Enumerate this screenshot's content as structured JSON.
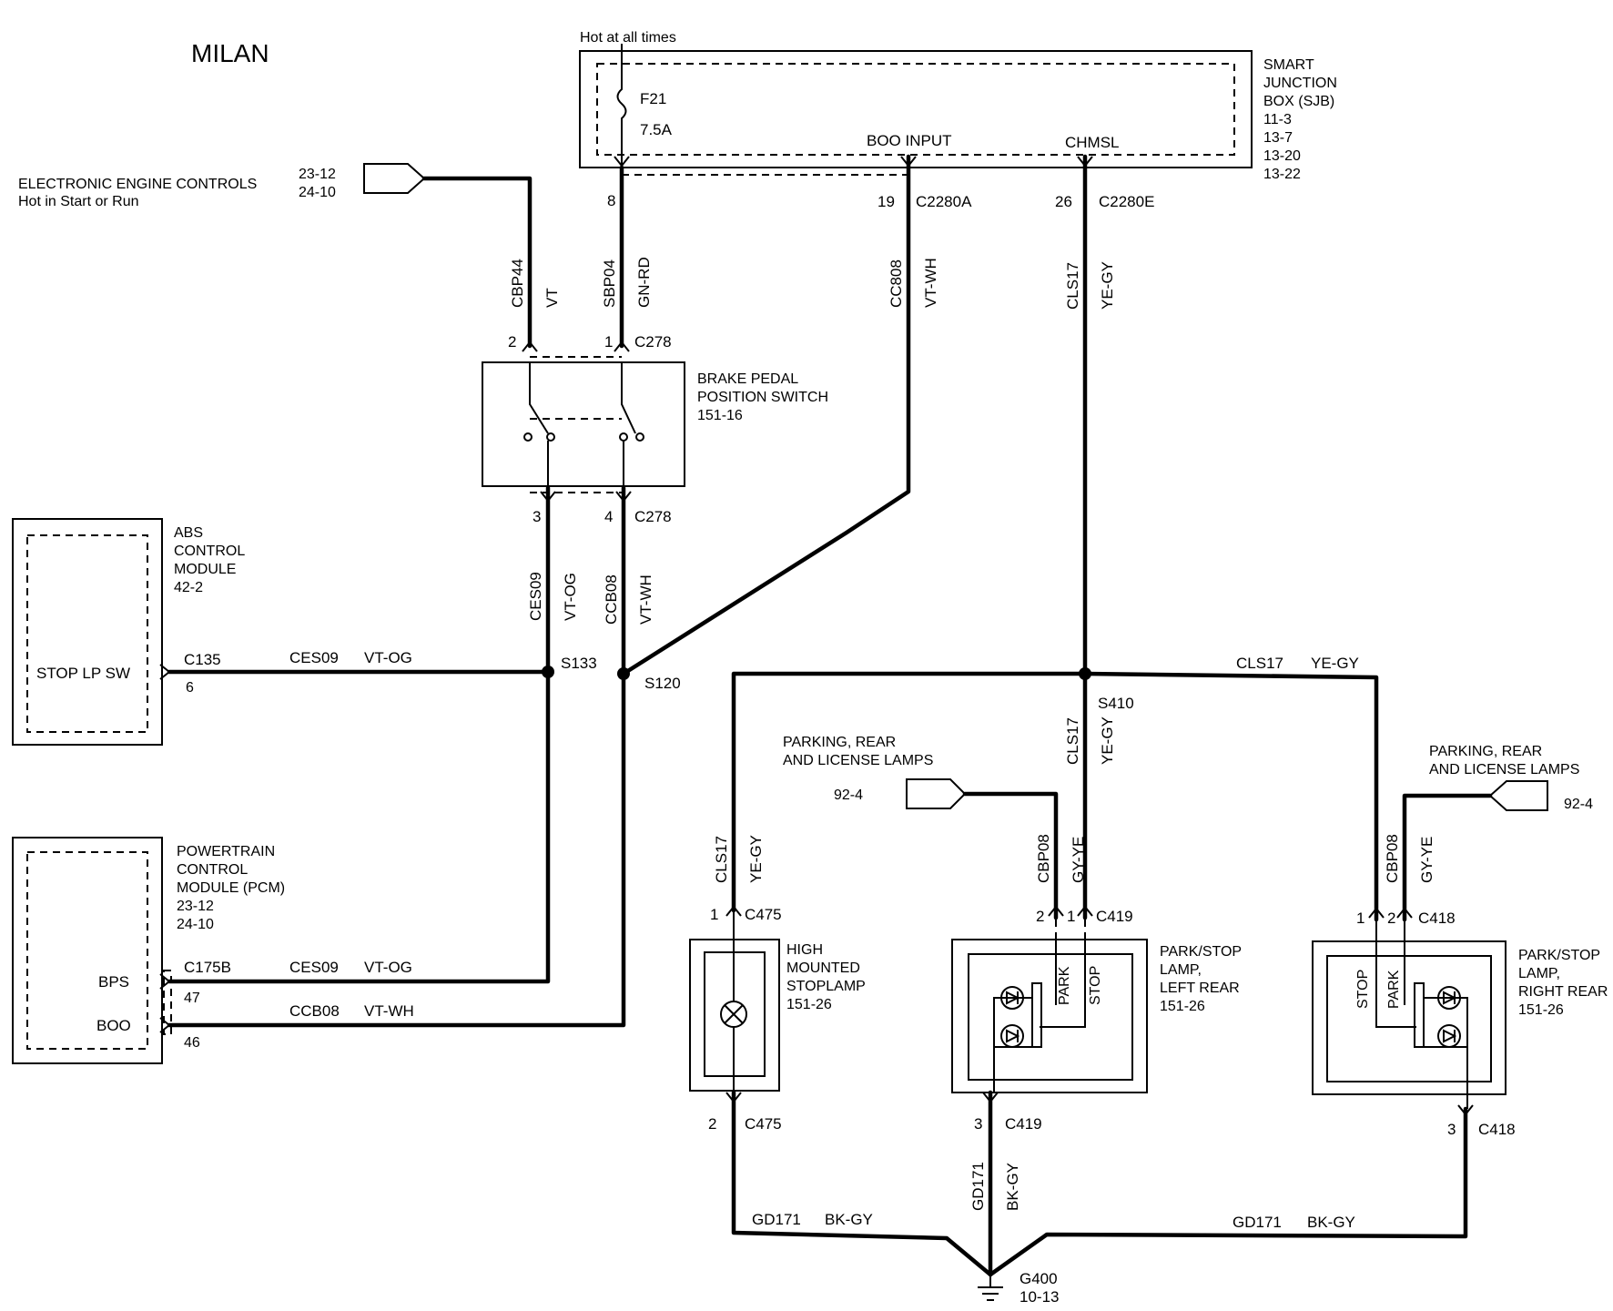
{
  "title": "MILAN",
  "sjb": {
    "hot_label": "Hot at all times",
    "fuse_name": "F21",
    "fuse_rating": "7.5A",
    "boo_input": "BOO INPUT",
    "chmsl": "CHMSL",
    "label": [
      "SMART",
      "JUNCTION",
      "BOX (SJB)",
      "11-3",
      "13-7",
      "13-20",
      "13-22"
    ],
    "pin_8": "8",
    "pin_19": "19",
    "conn_19": "C2280A",
    "pin_26": "26",
    "conn_26": "C2280E"
  },
  "eec": {
    "label": [
      "ELECTRONIC ENGINE CONTROLS",
      "Hot in Start or Run"
    ],
    "refs": [
      "23-12",
      "24-10"
    ]
  },
  "wires_vertical": {
    "cbp44": "CBP44",
    "vt": "VT",
    "sbp04": "SBP04",
    "gnrd": "GN-RD",
    "cc808": "CC808",
    "vtwh": "VT-WH",
    "cls17": "CLS17",
    "yegy": "YE-GY"
  },
  "bpp_switch": {
    "label": [
      "BRAKE PEDAL",
      "POSITION SWITCH",
      "151-16"
    ],
    "pin_2": "2",
    "pin_1": "1",
    "conn_top": "C278",
    "pin_3": "3",
    "pin_4": "4",
    "conn_bottom": "C278"
  },
  "lower_vertical": {
    "ces09": "CES09",
    "vtog": "VT-OG",
    "ccb08": "CCB08",
    "vtwh": "VT-WH"
  },
  "abs": {
    "label": [
      "ABS",
      "CONTROL",
      "MODULE",
      "42-2"
    ],
    "pin_name": "STOP LP SW",
    "conn": "C135",
    "pin": "6",
    "wire": "CES09",
    "color": "VT-OG",
    "splice": "S133"
  },
  "s120": "S120",
  "pcm": {
    "label": [
      "POWERTRAIN",
      "CONTROL",
      "MODULE (PCM)",
      "23-12",
      "24-10"
    ],
    "bps": "BPS",
    "boo": "BOO",
    "conn": "C175B",
    "pin_47": "47",
    "pin_46": "46",
    "wire_bps": "CES09",
    "color_bps": "VT-OG",
    "wire_boo": "CCB08",
    "color_boo": "VT-WH"
  },
  "s410": {
    "splice": "S410",
    "wire_right": "CLS17",
    "color_right": "YE-GY"
  },
  "chmsl_lamp": {
    "wire": "CLS17",
    "color": "YE-GY",
    "pin_1": "1",
    "conn_1": "C475",
    "label": [
      "HIGH",
      "MOUNTED",
      "STOPLAMP",
      "151-26"
    ],
    "pin_2": "2",
    "conn_2": "C475"
  },
  "park_left": {
    "feed_label": [
      "PARKING, REAR",
      "AND LICENSE LAMPS"
    ],
    "feed_ref": "92-4",
    "cls17": "CLS17",
    "yegy": "YE-GY",
    "cbp08": "CBP08",
    "gyye": "GY-YE",
    "pin_2": "2",
    "pin_1": "1",
    "conn": "C419",
    "park": "PARK",
    "stop": "STOP",
    "label": [
      "PARK/STOP",
      "LAMP,",
      "LEFT REAR",
      "151-26"
    ],
    "pin_3": "3",
    "conn_3": "C419"
  },
  "park_right": {
    "feed_label": [
      "PARKING, REAR",
      "AND LICENSE LAMPS"
    ],
    "feed_ref": "92-4",
    "cbp08": "CBP08",
    "gyye": "GY-YE",
    "pin_1": "1",
    "pin_2": "2",
    "conn": "C418",
    "stop": "STOP",
    "park": "PARK",
    "label": [
      "PARK/STOP",
      "LAMP,",
      "RIGHT REAR",
      "151-26"
    ],
    "pin_3": "3",
    "conn_3": "C418"
  },
  "ground": {
    "wire_left": "GD171",
    "color_left": "BK-GY",
    "wire_mid": "GD171",
    "color_mid": "BK-GY",
    "wire_right": "GD171",
    "color_right": "BK-GY",
    "name": "G400",
    "ref": "10-13"
  }
}
